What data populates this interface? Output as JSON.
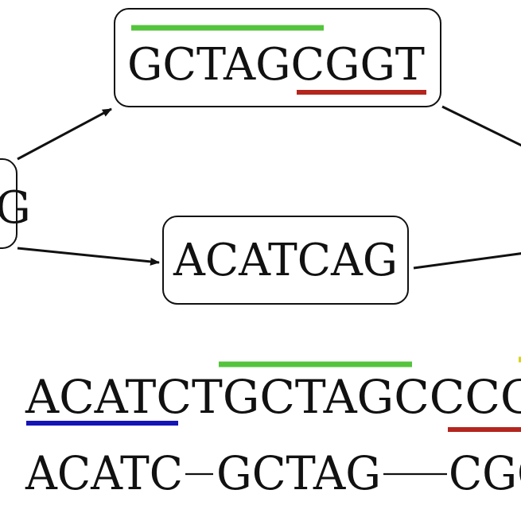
{
  "nodes": {
    "left_partial": "G",
    "top": "GCTAGCGGT",
    "middle": "ACATCAG"
  },
  "alignment": {
    "row1": "ACATCTGCTAGCCCGG",
    "row2": {
      "seg1": "ACATC",
      "seg2": "GCTAG",
      "seg3": "CGG"
    }
  },
  "colors": {
    "green": "#54c43c",
    "red": "#b3261e",
    "blue": "#1414b8",
    "yellow": "#d9d21a",
    "ink": "#111111"
  }
}
